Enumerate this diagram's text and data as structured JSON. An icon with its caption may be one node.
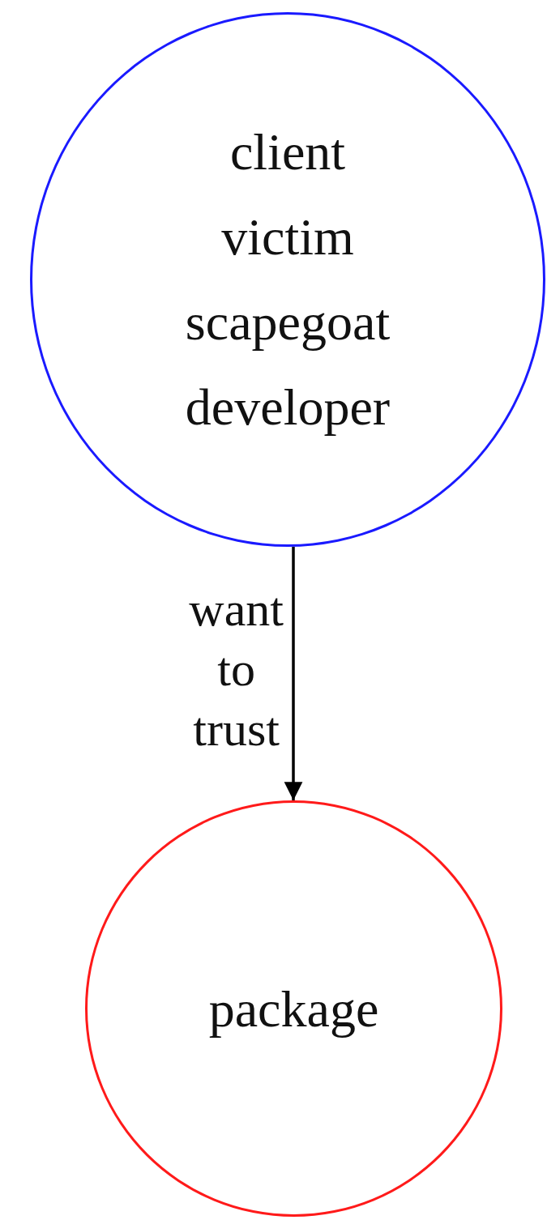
{
  "diagram": {
    "nodes": [
      {
        "text": [
          "client victim scapegoat developer"
        ]
      },
      {
        "text": [
          "package"
        ]
      }
    ],
    "edges": [
      {
        "from": 0,
        "to": 1,
        "arrow": "to",
        "label": "want to trust"
      }
    ]
  }
}
